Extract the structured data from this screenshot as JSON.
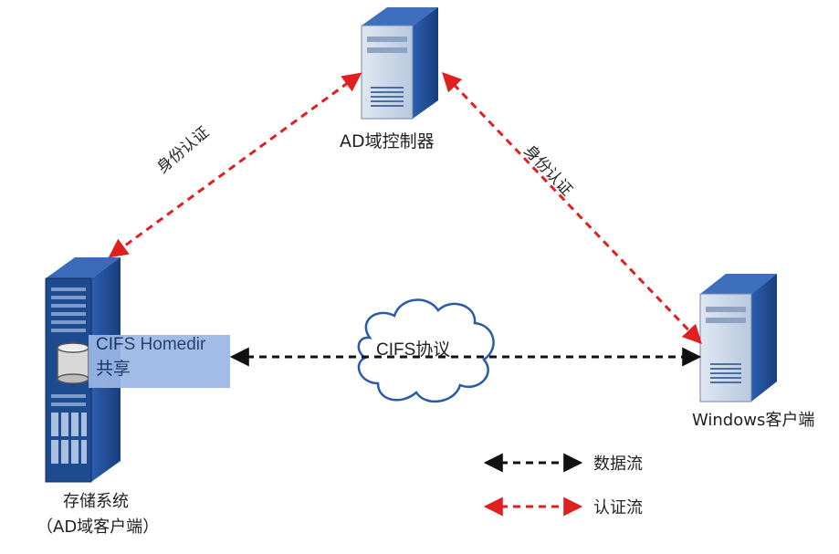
{
  "nodes": {
    "ad_controller": "AD域控制器",
    "windows_client": "Windows客户端",
    "storage_line1": "存储系统",
    "storage_line2": "（AD域客户端）",
    "share_line1": "CIFS Homedir",
    "share_line2": "共享"
  },
  "edges": {
    "left_auth": "身份认证",
    "right_auth": "身份认证",
    "protocol": "CIFS协议"
  },
  "legend": {
    "data_flow": "数据流",
    "auth_flow": "认证流"
  },
  "colors": {
    "data_flow": "#111111",
    "auth_flow": "#e02020",
    "server_body": "#1f4f9a",
    "share_box": "#9bb7e6"
  }
}
